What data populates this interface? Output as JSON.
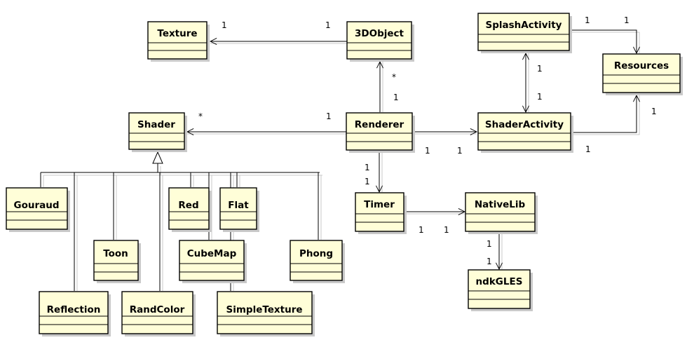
{
  "classes": {
    "texture": "Texture",
    "object3d": "3DObject",
    "splash_activity": "SplashActivity",
    "resources": "Resources",
    "shader": "Shader",
    "renderer": "Renderer",
    "shader_activity": "ShaderActivity",
    "gouraud": "Gouraud",
    "red": "Red",
    "flat": "Flat",
    "timer": "Timer",
    "native_lib": "NativeLib",
    "toon": "Toon",
    "cubemap": "CubeMap",
    "phong": "Phong",
    "ndk_gles": "ndkGLES",
    "reflection": "Reflection",
    "rand_color": "RandColor",
    "simple_texture": "SimpleTexture"
  },
  "multiplicities": {
    "texture_near": "1",
    "object3d_to_texture": "1",
    "object3d_many": "*",
    "renderer_to_object3d": "1",
    "shader_many": "*",
    "renderer_to_shader": "1",
    "renderer_to_activity": "1",
    "activity_from_renderer": "1",
    "renderer_to_timer": "1",
    "timer_from_renderer": "1",
    "timer_to_native": "1",
    "native_from_timer": "1",
    "native_to_gles": "1",
    "gles_from_native": "1",
    "splash_to_resources": "1",
    "resources_from_splash": "1",
    "splash_to_activity": "1",
    "activity_to_splash": "1",
    "resources_from_activity": "1",
    "activity_to_resources": "1"
  }
}
